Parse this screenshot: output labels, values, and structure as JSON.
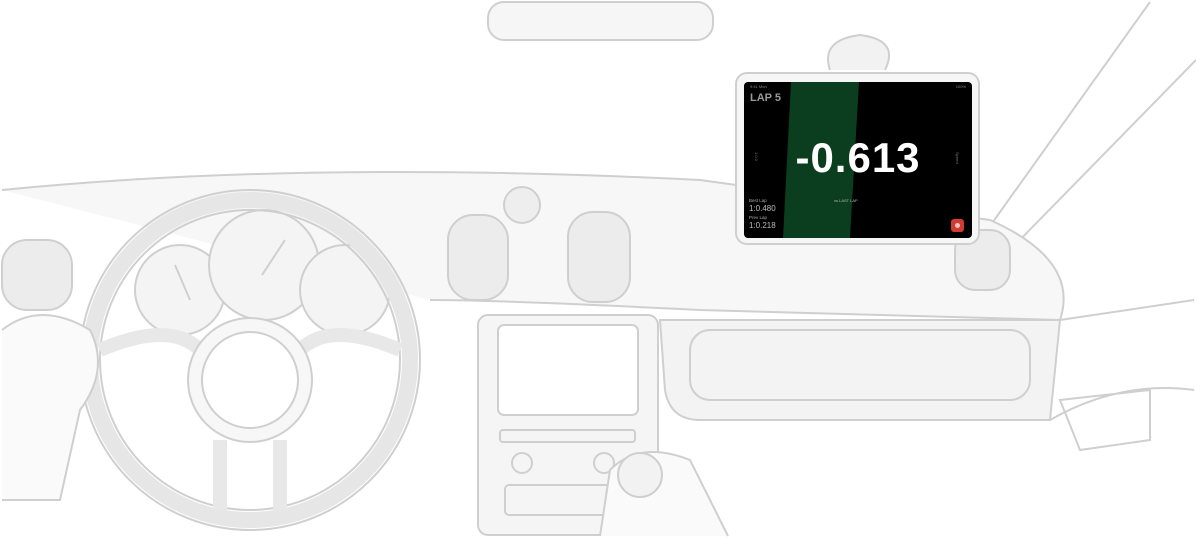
{
  "tablet": {
    "status_left": "9:41 Mon",
    "status_right": "100%",
    "lap_title": "LAP 5",
    "delta": "-0.613",
    "delta_caption": "vs LAST LAP",
    "side_left": "1:0.0",
    "side_right": "Speed",
    "best_lap_label": "Best Lap",
    "best_lap_value": "1:0.480",
    "prev_lap_label": "Prev Lap",
    "prev_lap_value": "1:0.218",
    "band_color": "#0b3d1f",
    "record_icon": "record-icon",
    "record_color": "#d23b31"
  }
}
